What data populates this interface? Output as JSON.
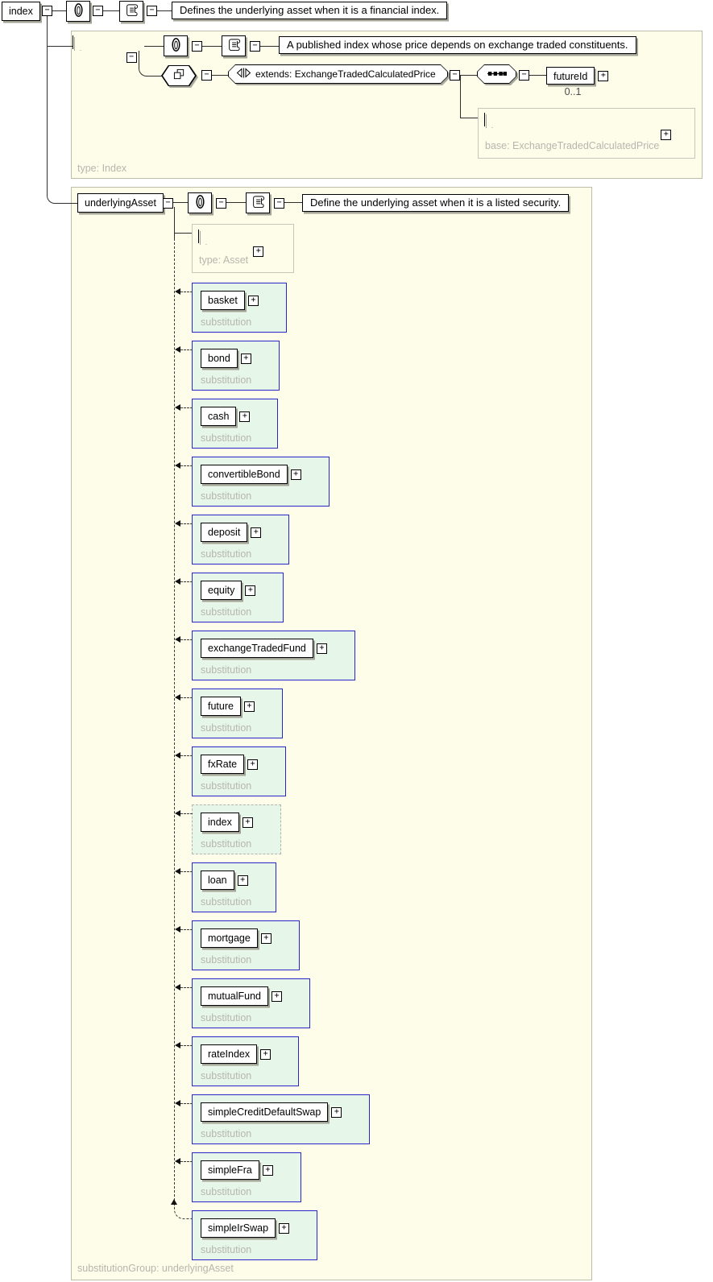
{
  "diagram": {
    "root_element": {
      "name": "index",
      "documentation": "Defines the underlying asset when it is a financial index."
    },
    "index_type": {
      "name": "Index",
      "documentation": "A published index whose price depends on exchange traded constituents.",
      "type_label": "type: Index",
      "extends_label": "extends: ExchangeTradedCalculatedPrice",
      "future_id": {
        "name": "futureId",
        "cardinality": "0..1"
      },
      "base_type": {
        "name": "ExchangeTradedCalculatedPrice",
        "base_label": "base: ExchangeTradedCalculatedPrice"
      }
    },
    "underlying_asset": {
      "name": "underlyingAsset",
      "documentation": "Define the underlying asset when it is a listed security.",
      "asset_type": {
        "name": "Asset",
        "type_label": "type: Asset"
      },
      "substitution_label": "substitution",
      "substitution_group_label": "substitutionGroup: underlyingAsset",
      "substitutions": [
        {
          "name": "basket"
        },
        {
          "name": "bond"
        },
        {
          "name": "cash"
        },
        {
          "name": "convertibleBond"
        },
        {
          "name": "deposit"
        },
        {
          "name": "equity"
        },
        {
          "name": "exchangeTradedFund"
        },
        {
          "name": "future"
        },
        {
          "name": "fxRate"
        },
        {
          "name": "index",
          "style": "current"
        },
        {
          "name": "loan"
        },
        {
          "name": "mortgage"
        },
        {
          "name": "mutualFund"
        },
        {
          "name": "rateIndex"
        },
        {
          "name": "simpleCreditDefaultSwap"
        },
        {
          "name": "simpleFra"
        },
        {
          "name": "simpleIrSwap",
          "connector": "curved"
        }
      ]
    }
  },
  "icons": {
    "annotation": "paperclip-icon",
    "documentation": "scroll-icon",
    "complex_type": "square-icon",
    "derivation": "overlapping-squares-icon",
    "extension": "triangles-icon",
    "sequence": "sequence-icon",
    "collapse": "minus-toggle-icon",
    "expand": "plus-toggle-icon"
  },
  "colors": {
    "panelBg": "#fdfde9",
    "substitutionBg": "#e6f7ea",
    "substitutionBorder": "#2626c9",
    "mutedLabel": "#b6b6ae",
    "line": "#2e2e2e",
    "cardinalityText": "#4a4a4a"
  }
}
